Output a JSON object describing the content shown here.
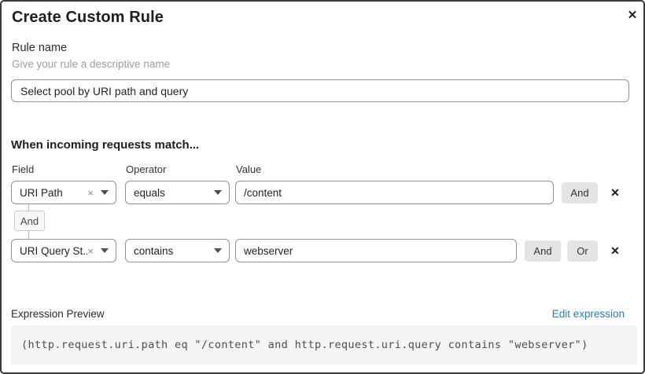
{
  "dialog": {
    "title": "Create Custom Rule"
  },
  "icons": {
    "close": "✕",
    "clear": "×",
    "remove": "✕"
  },
  "rule_name": {
    "label": "Rule name",
    "helper": "Give your rule a descriptive name",
    "value": "Select pool by URI path and query"
  },
  "match_section": {
    "heading": "When incoming requests match...",
    "columns": {
      "field": "Field",
      "operator": "Operator",
      "value": "Value"
    },
    "connector_label": "And",
    "rows": [
      {
        "field": "URI Path",
        "operator": "equals",
        "value": "/content",
        "buttons": [
          "And"
        ]
      },
      {
        "field": "URI Query St...",
        "operator": "contains",
        "value": "webserver",
        "buttons": [
          "And",
          "Or"
        ]
      }
    ]
  },
  "expression_preview": {
    "label": "Expression Preview",
    "edit_link": "Edit expression",
    "code": "(http.request.uri.path eq \"/content\" and http.request.uri.query contains \"webserver\")"
  },
  "colors": {
    "link_blue": "#2c7cb0",
    "button_gray": "#e4e4e4",
    "input_border": "#929292",
    "code_bg": "#f5f5f5",
    "dialog_border": "#3b3b3b"
  }
}
